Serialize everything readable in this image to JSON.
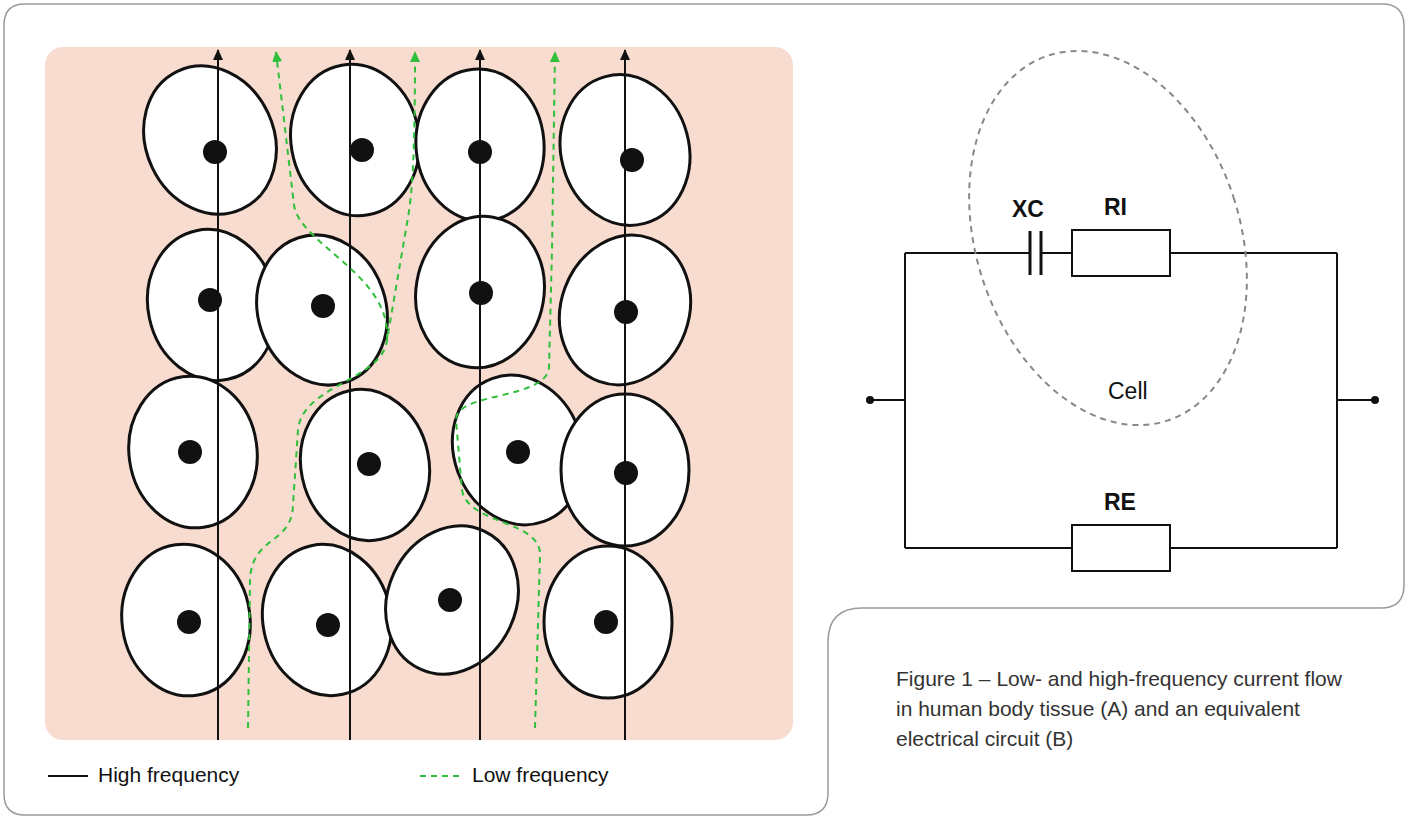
{
  "diagram": {
    "caption": "Figure 1 – Low- and high-frequency current flow in human body tissue (A) and an equivalent electrical circuit (B)",
    "nodes": [
      {
        "text": [
          "Cell"
        ]
      }
    ],
    "labels": [
      "XC",
      "RI",
      "RE"
    ],
    "legend": [
      {
        "text": "High frequency"
      },
      {
        "text": "Low frequency"
      }
    ]
  }
}
